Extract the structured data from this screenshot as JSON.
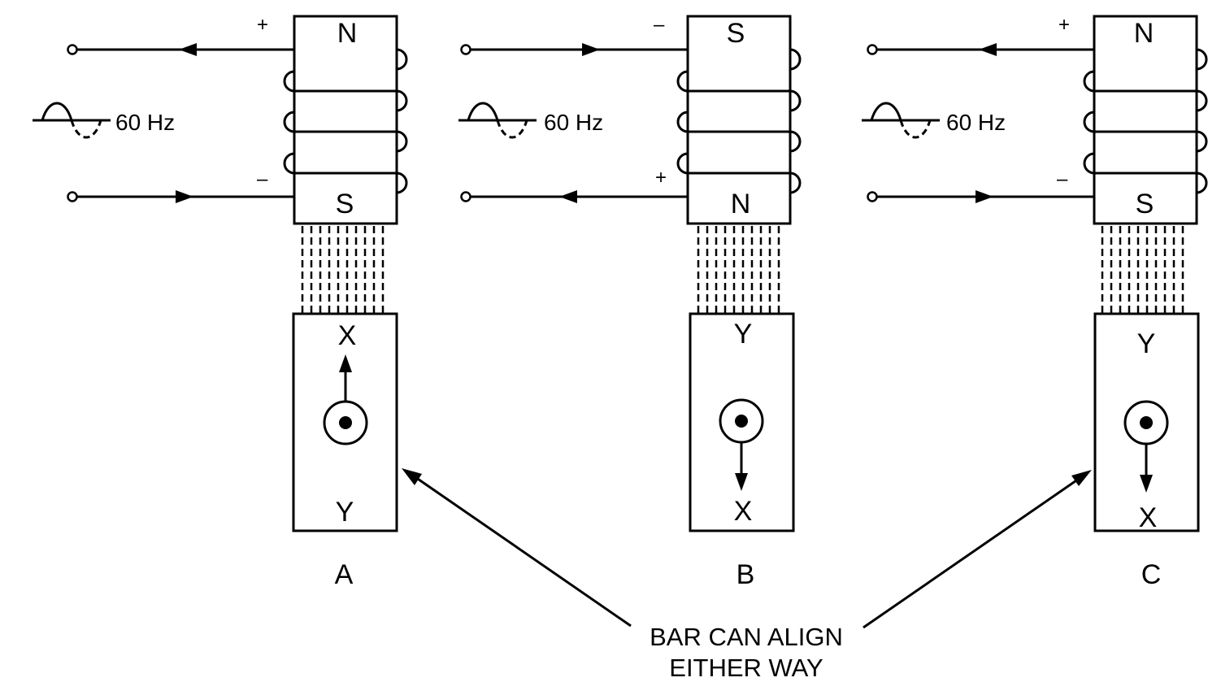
{
  "panels": [
    {
      "label": "A",
      "top_pole": "N",
      "bottom_pole": "S",
      "top_sign": "+",
      "bottom_sign": "–",
      "frequency": "60 Hz",
      "bar_top": "X",
      "bar_bottom": "Y",
      "top_wire_arrow": "left",
      "bottom_wire_arrow": "right",
      "bar_arrow": "up"
    },
    {
      "label": "B",
      "top_pole": "S",
      "bottom_pole": "N",
      "top_sign": "–",
      "bottom_sign": "+",
      "frequency": "60 Hz",
      "bar_top": "Y",
      "bar_bottom": "X",
      "top_wire_arrow": "right",
      "bottom_wire_arrow": "left",
      "bar_arrow": "down"
    },
    {
      "label": "C",
      "top_pole": "N",
      "bottom_pole": "S",
      "top_sign": "+",
      "bottom_sign": "–",
      "frequency": "60 Hz",
      "bar_top": "Y",
      "bar_bottom": "X",
      "top_wire_arrow": "left",
      "bottom_wire_arrow": "right",
      "bar_arrow": "down"
    }
  ],
  "note": {
    "line1": "BAR CAN ALIGN",
    "line2": "EITHER WAY"
  },
  "colors": {
    "stroke": "#000000",
    "background": "#ffffff"
  }
}
